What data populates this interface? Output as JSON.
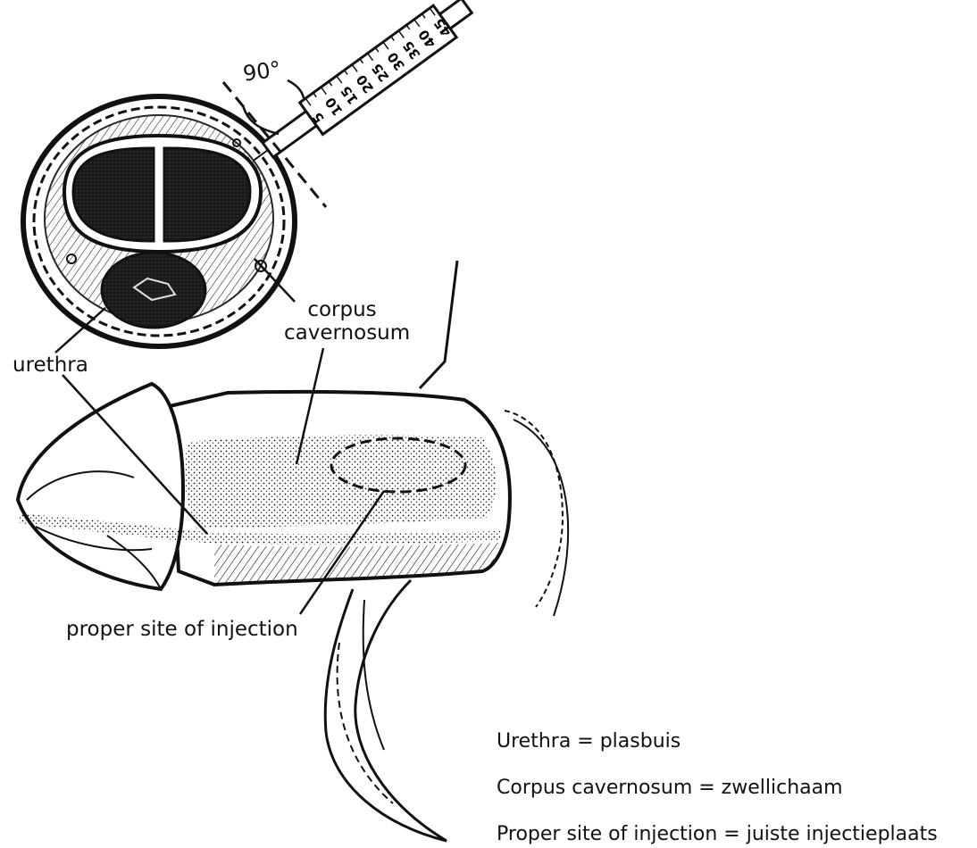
{
  "figure": {
    "angle_label": "90°",
    "syringe_scale": [
      "5",
      "10",
      "15",
      "20",
      "25",
      "30",
      "35",
      "40",
      "45"
    ]
  },
  "labels": {
    "corpus_line1": "corpus",
    "corpus_line2": "cavernosum",
    "urethra": "urethra",
    "injection_site": "proper site of injection"
  },
  "legend": [
    "Urethra = plasbuis",
    "Corpus cavernosum = zwellichaam",
    "Proper site of injection = juiste injectieplaats"
  ]
}
